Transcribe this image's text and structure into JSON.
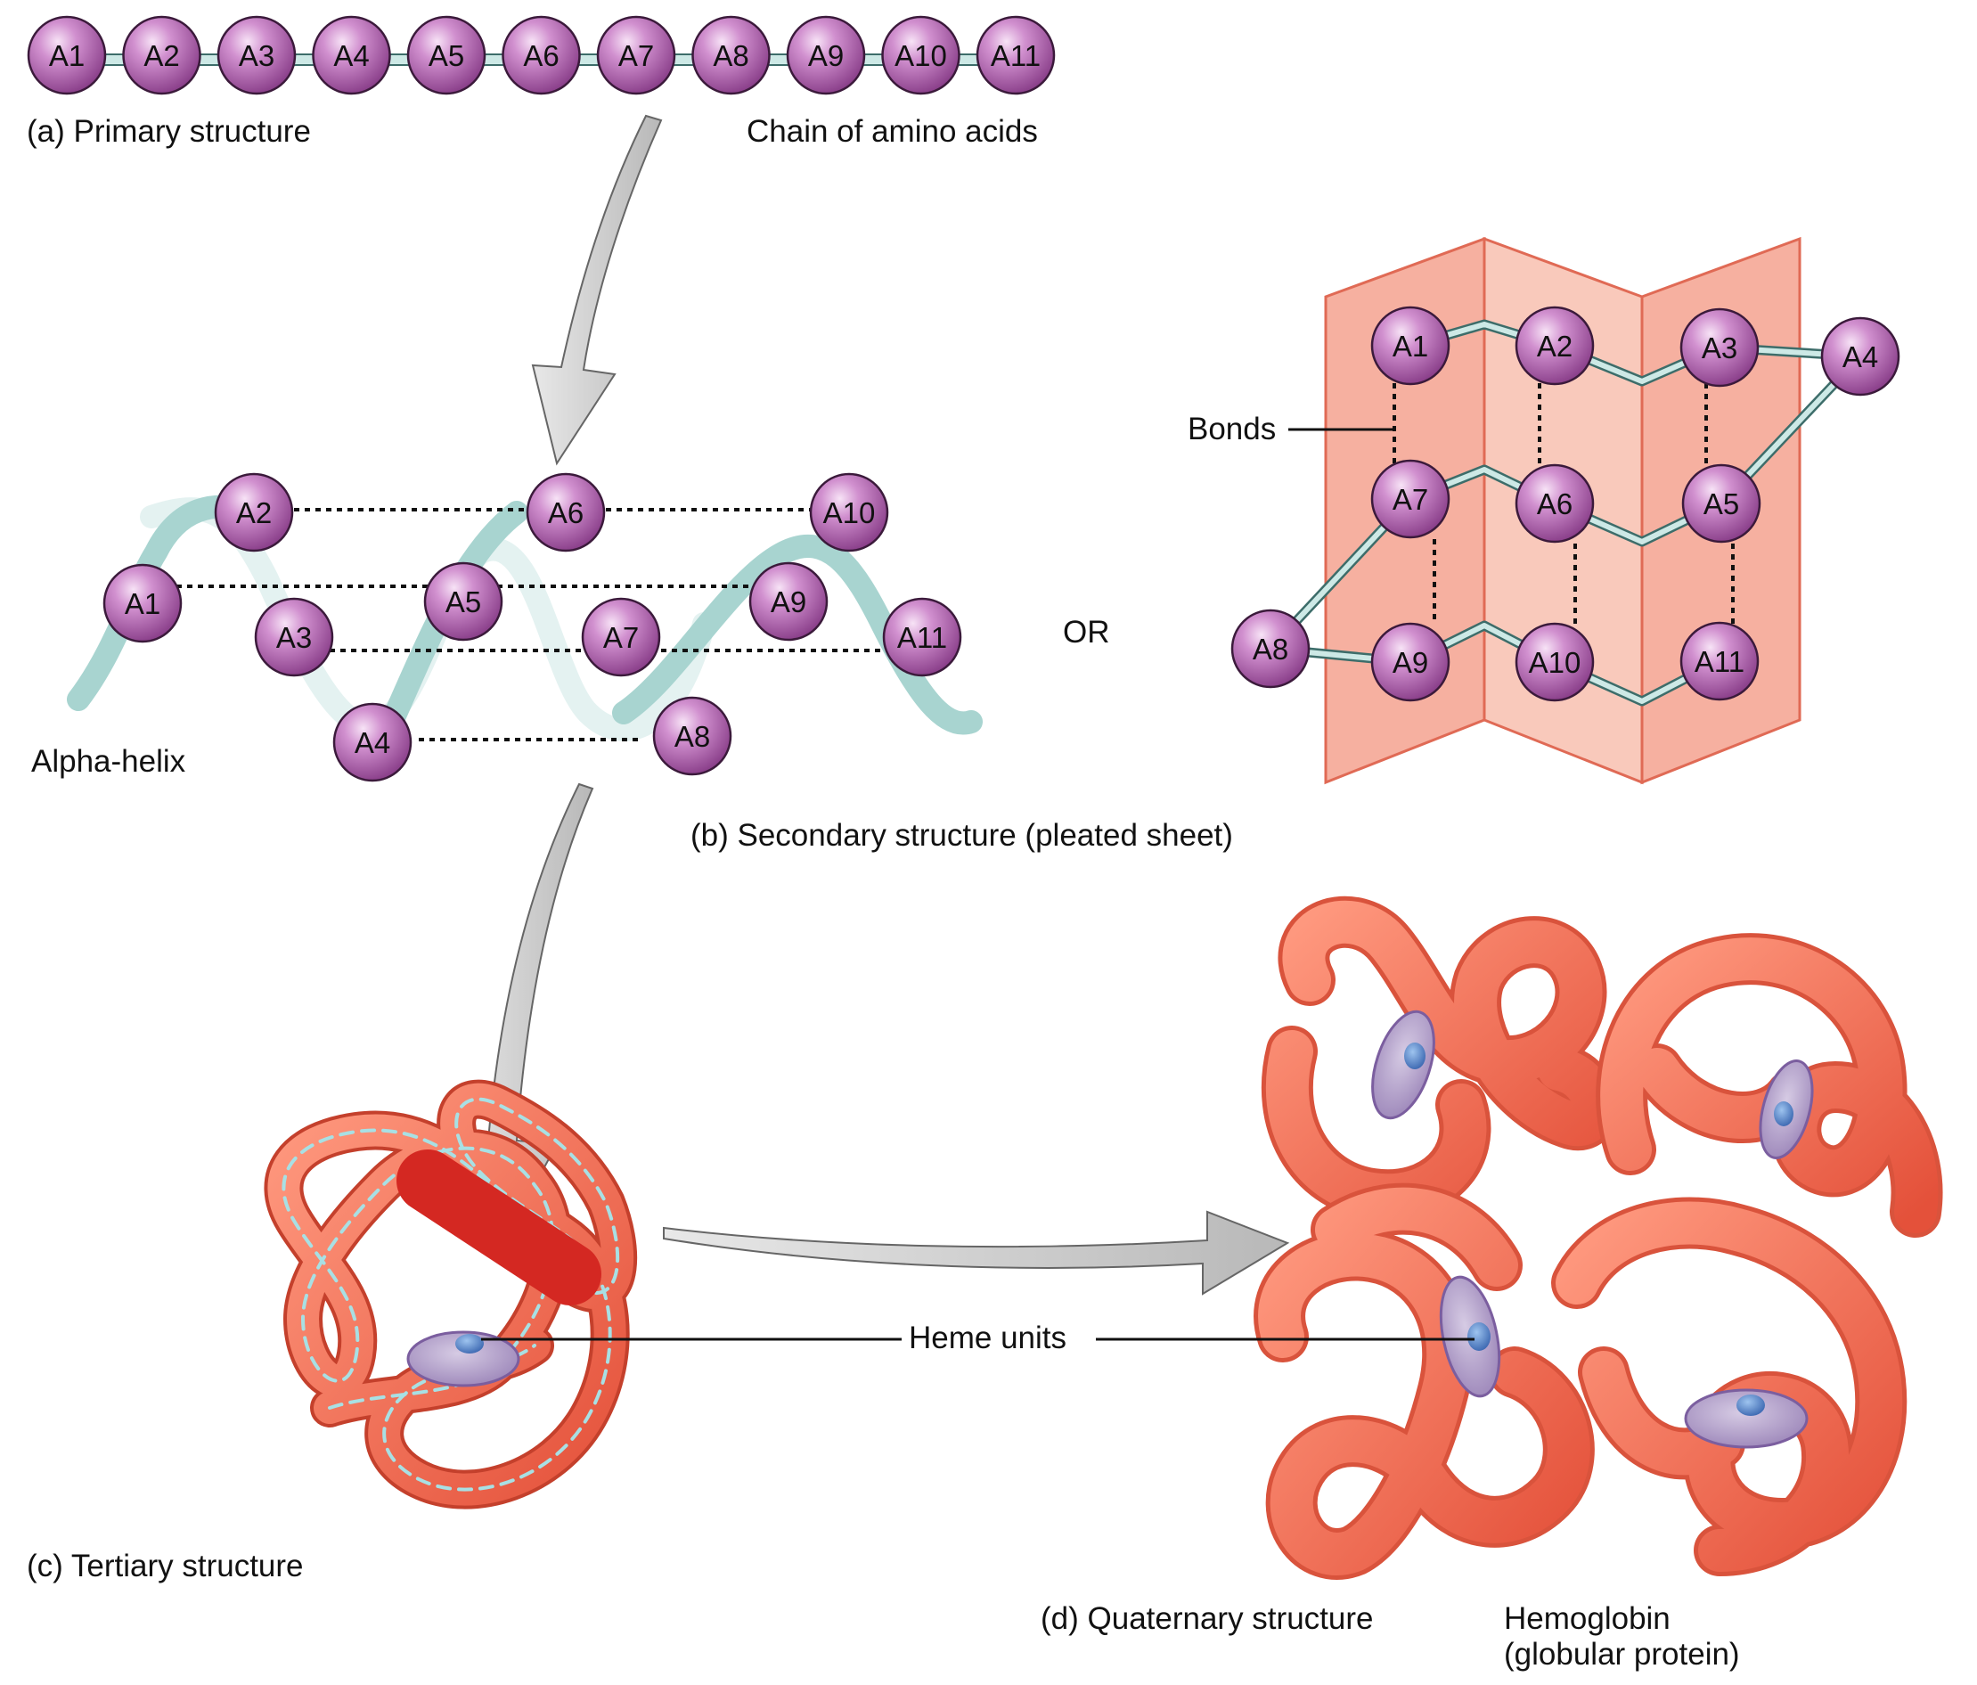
{
  "primary": {
    "caption": "(a) Primary structure",
    "side_label": "Chain of amino acids",
    "amino_acids": [
      "A1",
      "A2",
      "A3",
      "A4",
      "A5",
      "A6",
      "A7",
      "A8",
      "A9",
      "A10",
      "A11"
    ]
  },
  "secondary": {
    "helix_label": "Alpha-helix",
    "or_label": "OR",
    "bonds_label": "Bonds",
    "caption": "(b) Secondary structure (pleated sheet)",
    "helix_acids": [
      "A1",
      "A2",
      "A3",
      "A4",
      "A5",
      "A6",
      "A7",
      "A8",
      "A9",
      "A10",
      "A11"
    ],
    "sheet_acids": [
      "A1",
      "A2",
      "A3",
      "A4",
      "A5",
      "A6",
      "A7",
      "A8",
      "A9",
      "A10",
      "A11"
    ]
  },
  "tertiary": {
    "caption": "(c) Tertiary structure"
  },
  "heme": {
    "label": "Heme units"
  },
  "quaternary": {
    "caption": "(d) Quaternary structure",
    "name_line1": "Hemoglobin",
    "name_line2": "(globular protein)"
  },
  "colors": {
    "amino_acid": "#b867b6",
    "bond": "#cde9e6",
    "helix_ribbon": "#a8d4d0",
    "sheet": "#f6b0a0",
    "protein": "#ee5f45",
    "heme": "#a890c4",
    "arrow": "#cccccc"
  }
}
